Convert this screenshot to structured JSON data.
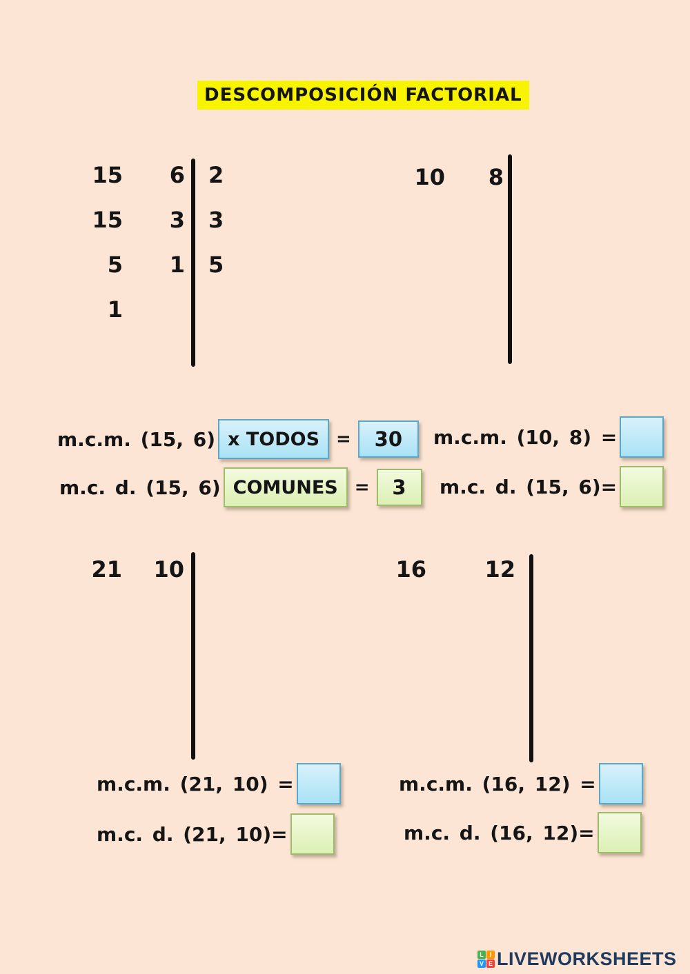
{
  "title": "DESCOMPOSICIÓN FACTORIAL",
  "factor_tables": {
    "t15_6": {
      "rows": [
        [
          "15",
          "6",
          "2"
        ],
        [
          "15",
          "3",
          "3"
        ],
        [
          "5",
          "1",
          "5"
        ],
        [
          "1",
          "",
          ""
        ]
      ]
    },
    "t10_8": {
      "row": [
        "10",
        "8"
      ]
    },
    "t21_10": {
      "row": [
        "21",
        "10"
      ]
    },
    "t16_12": {
      "row": [
        "16",
        "12"
      ]
    }
  },
  "equations": {
    "mcm_15_6": {
      "label": "m.c.m. (15, 6)",
      "chip": "x TODOS",
      "equals": "=",
      "answer": "30"
    },
    "mcd_15_6": {
      "label": "m.c. d. (15, 6)",
      "chip": "COMUNES",
      "equals": "=",
      "answer": "3"
    },
    "mcm_10_8": {
      "label": "m.c.m. (10, 8) =",
      "answer": ""
    },
    "mcd_10_8": {
      "label": "m.c. d. (15, 6)=",
      "answer": ""
    },
    "mcm_21_10": {
      "label": "m.c.m. (21, 10) =",
      "answer": ""
    },
    "mcd_21_10": {
      "label": "m.c. d. (21, 10)=",
      "answer": ""
    },
    "mcm_16_12": {
      "label": "m.c.m. (16, 12) =",
      "answer": ""
    },
    "mcd_16_12": {
      "label": "m.c. d. (16, 12)=",
      "answer": ""
    }
  },
  "footer": {
    "brand": "LIVEWORKSHEETS",
    "logo_tiles": [
      {
        "letter": "L",
        "color": "#4caf50"
      },
      {
        "letter": "I",
        "color": "#ff9800"
      },
      {
        "letter": "V",
        "color": "#2196f3"
      },
      {
        "letter": "E",
        "color": "#ef4136"
      }
    ]
  },
  "colors": {
    "background": "#fce5d4",
    "title_highlight": "#f8f400",
    "blue_box_border": "#58a7cf",
    "blue_box_fill_top": "#d9f1fb",
    "blue_box_fill_bottom": "#a9e2f5",
    "green_box_border": "#9dbb6a",
    "green_box_fill_top": "#f2fadf",
    "green_box_fill_bottom": "#dcf0b4",
    "brand_navy": "#1e3a5f"
  }
}
